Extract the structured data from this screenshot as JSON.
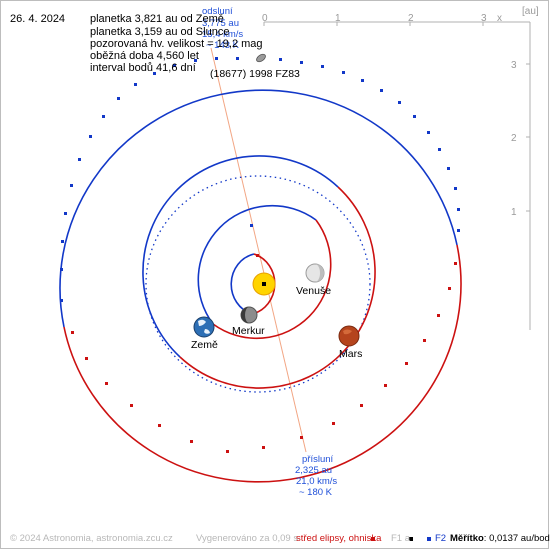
{
  "date": "26. 4. 2024",
  "info_lines": [
    "planetka 3,821 au od Země",
    "planetka 3,159 au od Slunce",
    "pozorovaná hv. velikost = 19,2 mag",
    "oběžná doba 4,560 let",
    "interval bodů 41,6 dní"
  ],
  "object_name": "(18677) 1998 FZ83",
  "axis": {
    "unit": "[au]",
    "x_ticks": [
      "0",
      "1",
      "2",
      "3"
    ],
    "y_ticks": [
      "3",
      "2",
      "1"
    ],
    "x_label": "x"
  },
  "aphelion": {
    "title": "odsluní",
    "dist": "3,775 au",
    "speed": "15,4 km/s",
    "temp": "~ 143 K"
  },
  "perihelion": {
    "title": "přísluní",
    "dist": "2,325 au",
    "speed": "21,0 km/s",
    "temp": "~ 180 K"
  },
  "planets": {
    "venus": "Venuše",
    "mercury": "Merkur",
    "earth": "Země",
    "mars": "Mars"
  },
  "footer": {
    "copyright": "© 2024 Astronomia, astronomia.zcu.cz",
    "generated": "Vygenerováno za 0,09 s",
    "legend_center": "střed elipsy, ohniska",
    "legend_f1": "F1 a",
    "legend_f2": "F2",
    "scale_label": "Měřítko",
    "scale_value": ": 0,0137 au/bod"
  },
  "colors": {
    "orbit_blue": "#1238c8",
    "orbit_red": "#cc1111",
    "sun_yellow": "#ffd400",
    "mars": "#b5441d",
    "axis_gray": "#b0b0b0"
  }
}
